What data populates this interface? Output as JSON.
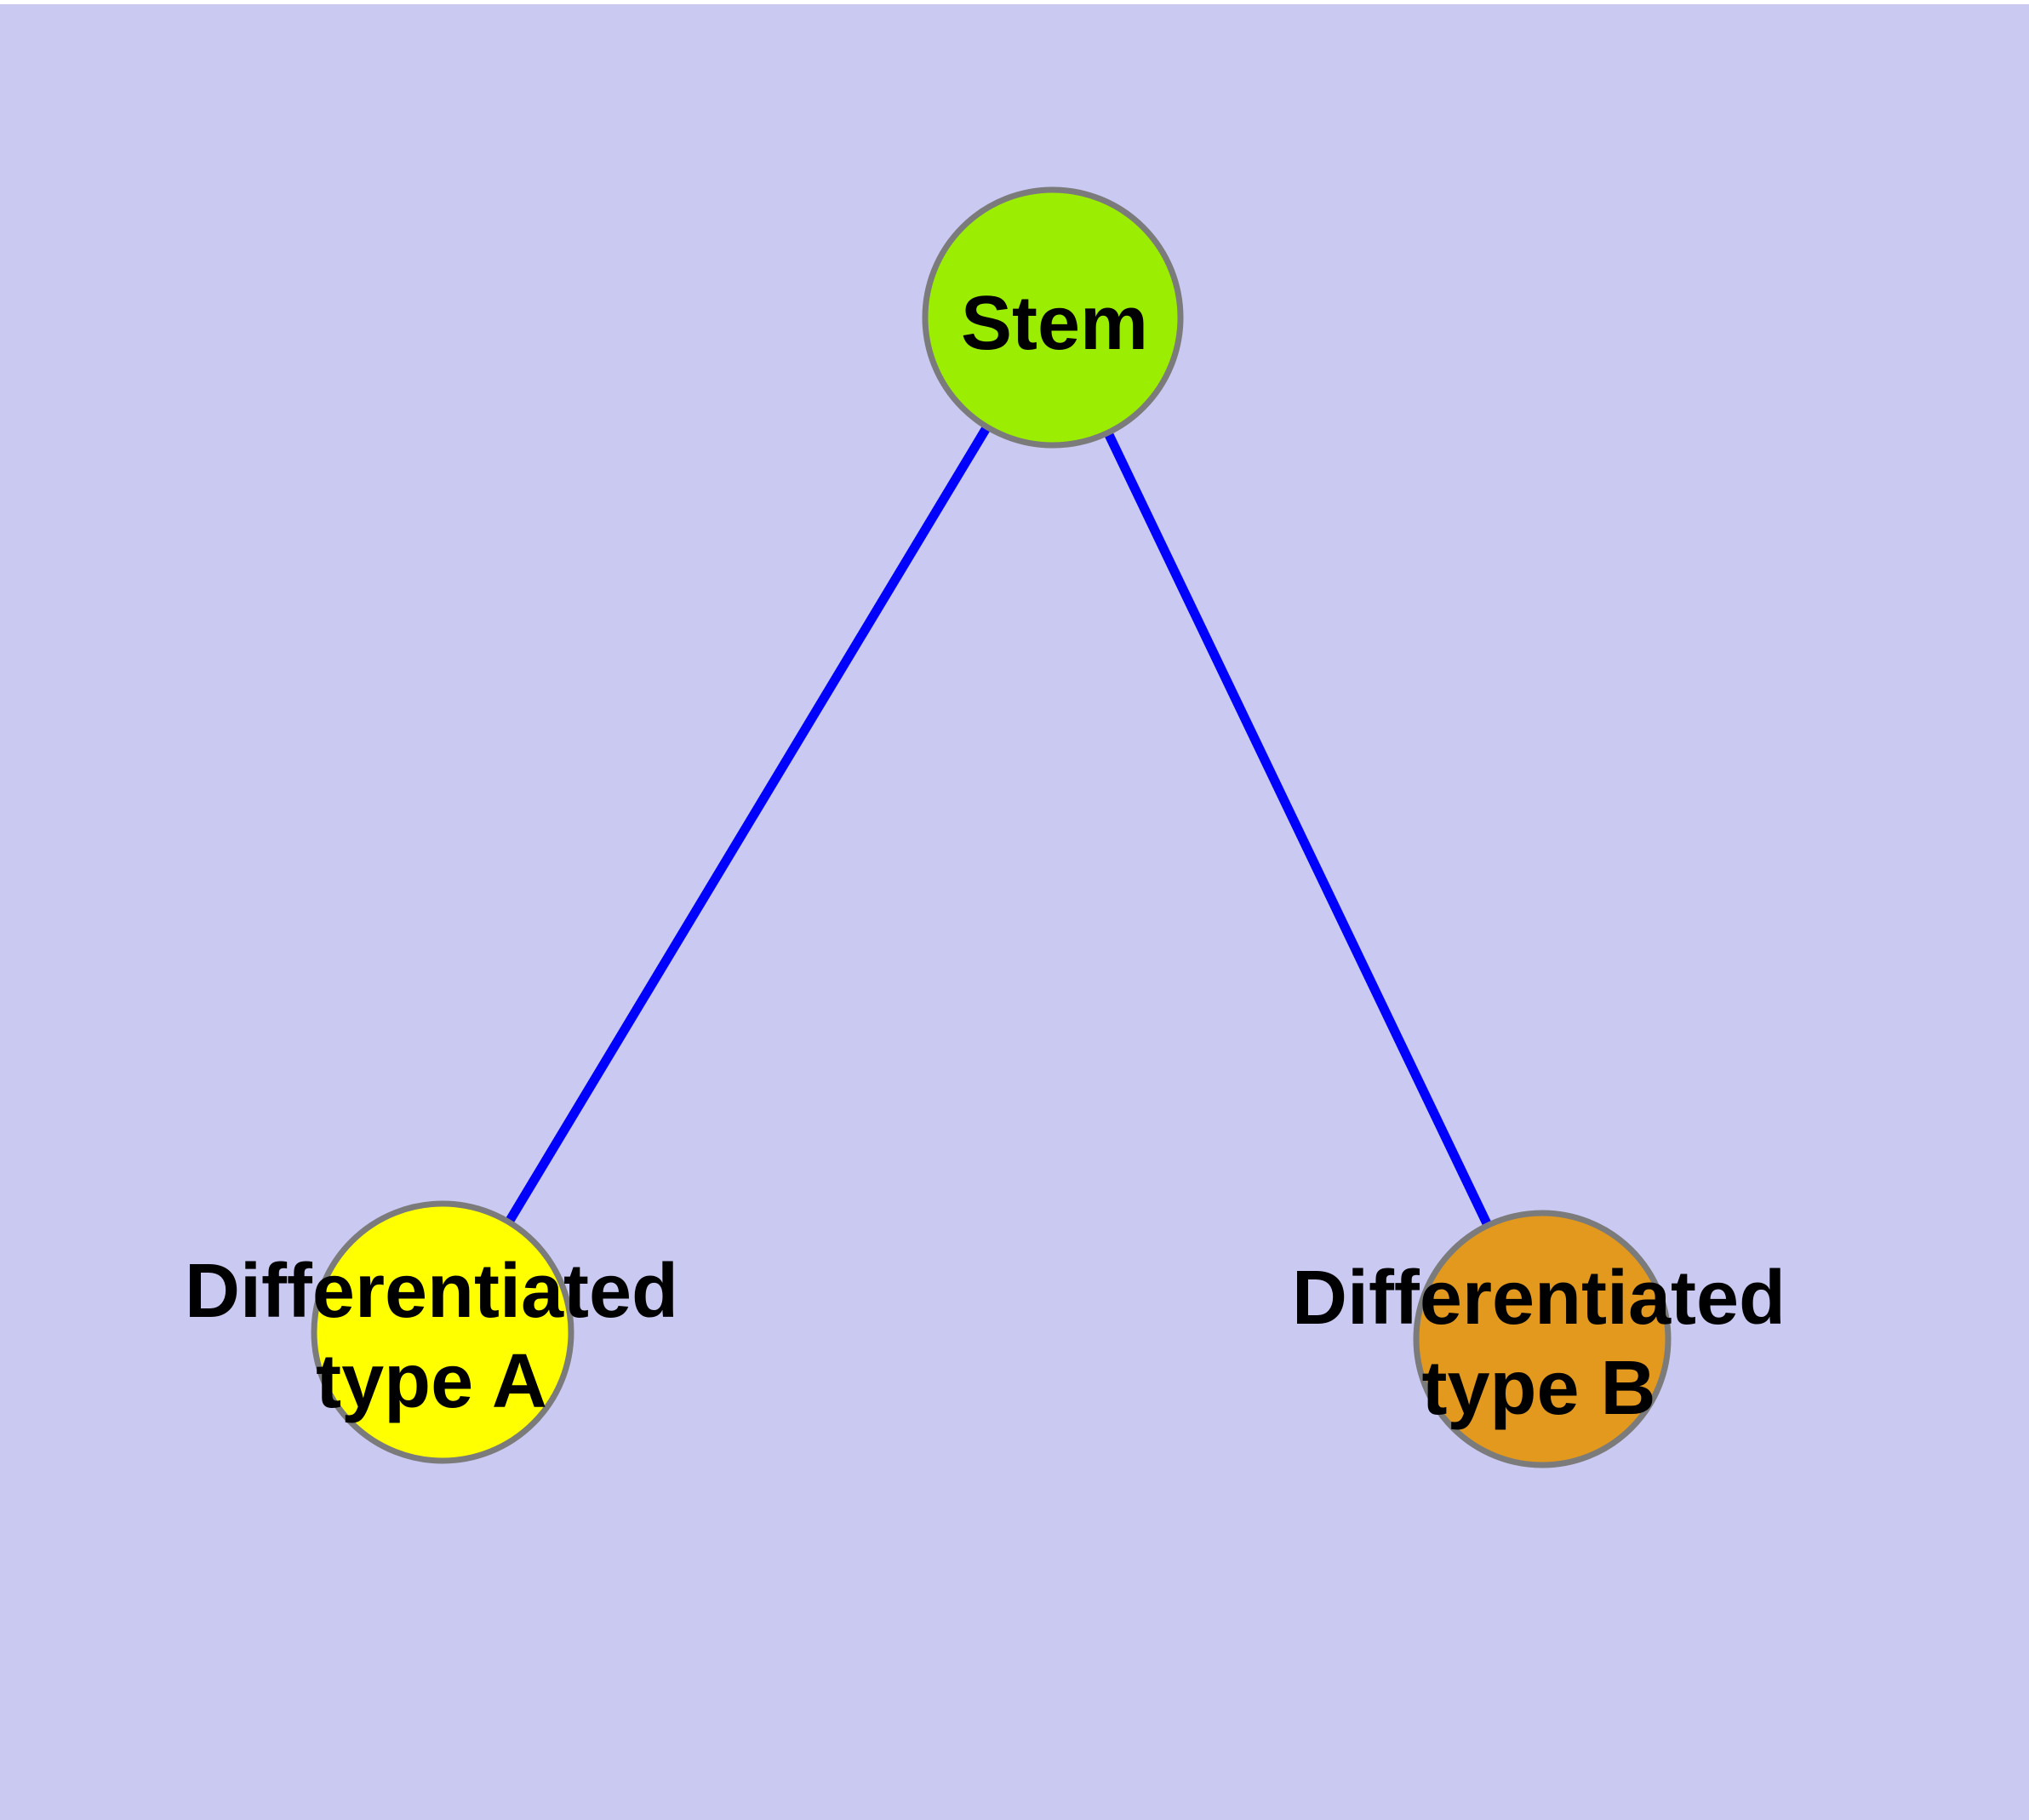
{
  "colors": {
    "page_margin": "#ffffff",
    "canvas_background": "#c9c9f1",
    "edge_blue": "#0000ff",
    "node_border_gray": "#7b7b7b",
    "label_text": "#000000"
  },
  "graph": {
    "title": "",
    "nodes": [
      {
        "id": "stem",
        "label": "Stem",
        "label_lines": [
          "Stem"
        ],
        "color": "#9bee01"
      },
      {
        "id": "differentiated-type-a",
        "label": "Differentiated type A",
        "label_lines": [
          "Differentiated",
          "type A"
        ],
        "color": "#ffff00"
      },
      {
        "id": "differentiated-type-b",
        "label": "Differentiated type B",
        "label_lines": [
          "Differentiated",
          "type B"
        ],
        "color": "#e2991e"
      }
    ],
    "edges": [
      {
        "from": "stem",
        "to": "differentiated-type-a",
        "color": "#0000ff"
      },
      {
        "from": "stem",
        "to": "differentiated-type-b",
        "color": "#0000ff"
      }
    ]
  }
}
